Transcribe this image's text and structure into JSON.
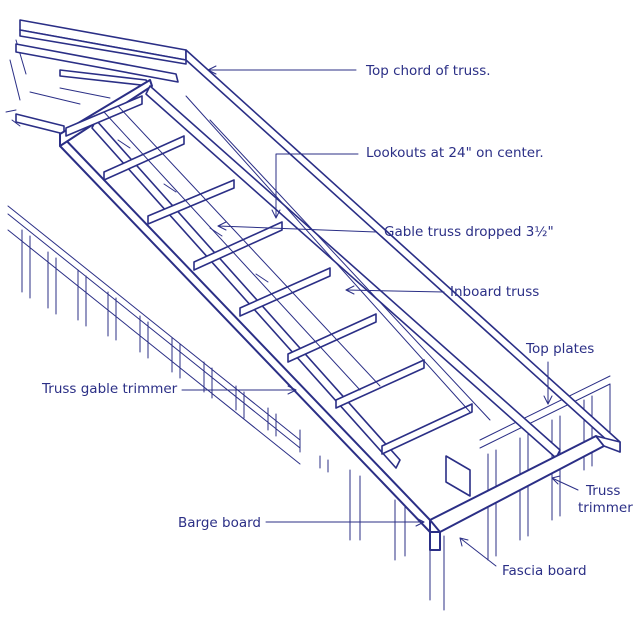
{
  "labels": {
    "top_chord": "Top chord of truss.",
    "lookouts": "Lookouts at 24\" on center.",
    "gable_dropped": "Gable truss dropped 3½\"",
    "inboard": "Inboard truss",
    "top_plates": "Top plates",
    "gable_trimmer": "Truss gable trimmer",
    "barge": "Barge board",
    "truss_trimmer_line1": "Truss",
    "truss_trimmer_line2": "trimmer",
    "fascia": "Fascia board"
  },
  "colors": {
    "ink": "#2b2f86",
    "background": "#ffffff"
  }
}
